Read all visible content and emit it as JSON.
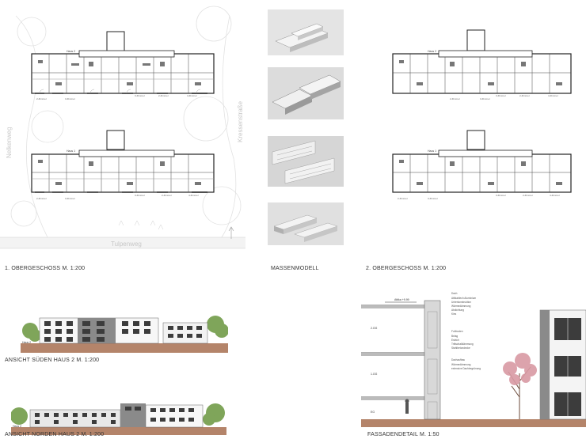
{
  "sections": {
    "og1": {
      "caption": "1. OBERGESCHOSS  M. 1:200"
    },
    "massenmodell": {
      "caption": "MASSENMODELL"
    },
    "og2": {
      "caption": "2. OBERGESCHOSS  M. 1:200"
    },
    "ansicht_sued": {
      "caption": "ANSICHT SÜDEN  HAUS 2  M. 1:200"
    },
    "ansicht_nord": {
      "caption": "ANSICHT NORDEN  HAUS 2  M. 1:200"
    },
    "fassadendetail": {
      "caption": "FASSADENDETAIL  M. 1:50"
    }
  },
  "plan": {
    "haus2_label": "Haus 2",
    "haus1_label": "Haus 1",
    "streets": {
      "left": "Nelkenweg",
      "right": "Kressenstraße",
      "bottom": "Tulpenweg"
    }
  },
  "elevations": {
    "sued_label": "Haus 2",
    "nord_label": "Haus 2"
  },
  "detail": {
    "attika": "Attika +9.99",
    "level_2og": "2.OG",
    "level_1og": "1.OG",
    "level_eg": "EG",
    "legend_title": "Dach",
    "legend_items": [
      "Attikablech Aluminium",
      "Unterkonstruktion",
      "Wärmedämmung",
      "Abdichtung",
      "Kies"
    ],
    "fassade_title": "Fußboden",
    "fassade_items": [
      "Belag",
      "Estrich",
      "Trittschalldämmung",
      "Stahlbetondecke"
    ],
    "dach_title": "Dachaufbau",
    "dach_items": [
      "Wärmedämmung",
      "extensive Dachbegrünung"
    ]
  },
  "colors": {
    "facade_white": "#f7f7f7",
    "facade_grey": "#8a8a8a",
    "window_dark": "#3c3c3c",
    "tree_green": "#7fa55a",
    "ground": "#b4846a",
    "blossom": "#d99aa4"
  }
}
